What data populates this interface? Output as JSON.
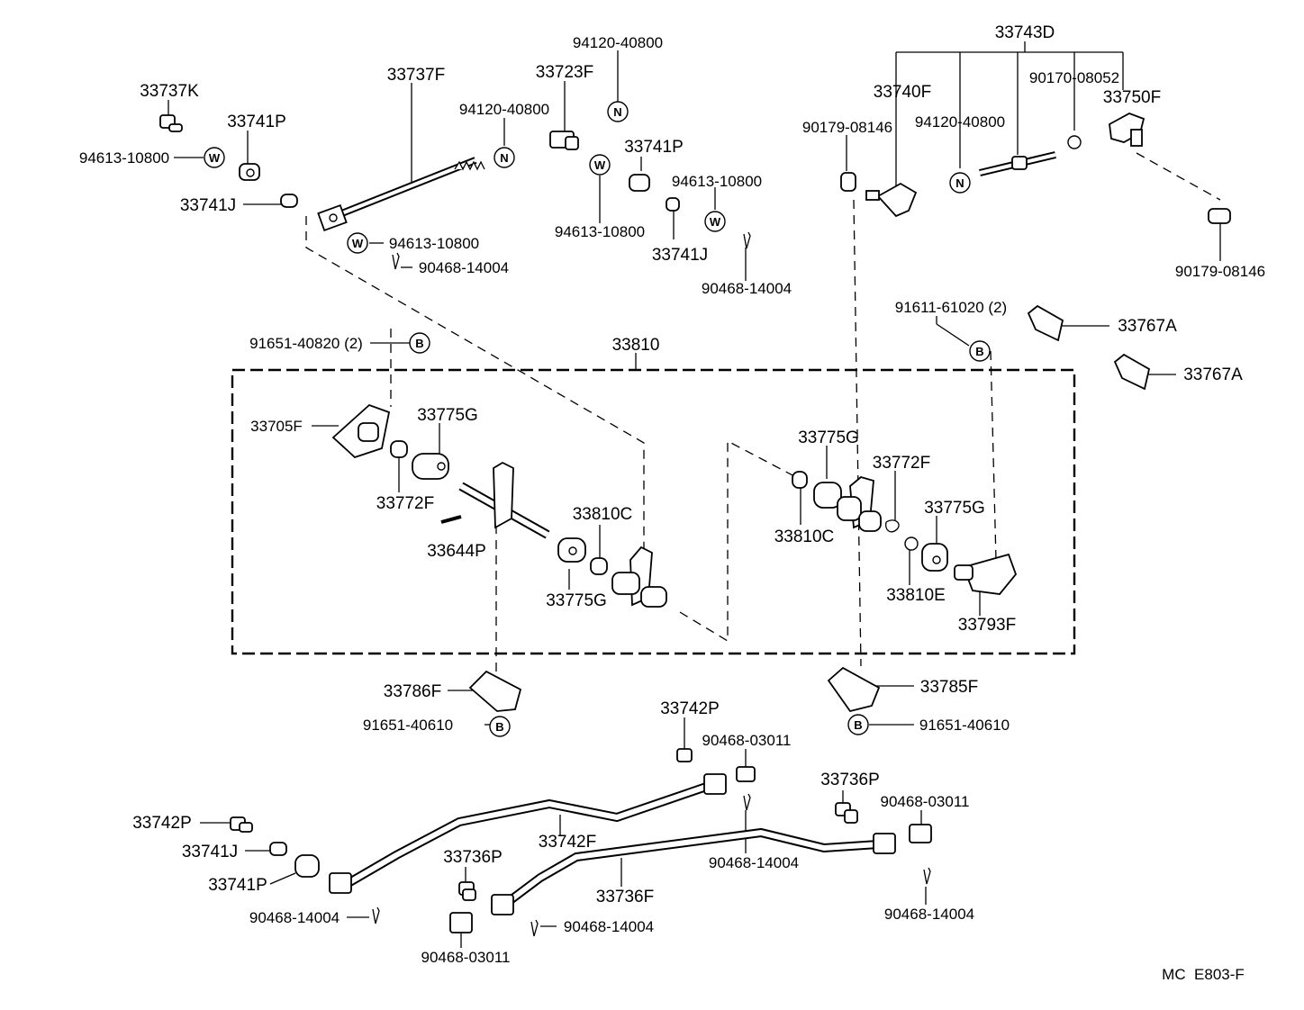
{
  "diagram_code": "MC  E803-F",
  "markers": {
    "n": "N",
    "w": "W",
    "b": "B"
  },
  "labels": {
    "p33743D": "33743D",
    "p94120_40800_top": "94120-40800",
    "p33737F": "33737F",
    "p33723F": "33723F",
    "p33737K": "33737K",
    "p33741P_a": "33741P",
    "p94120_40800_b": "94120-40800",
    "p33740F": "33740F",
    "p90170_08052": "90170-08052",
    "p33750F": "33750F",
    "p94613_10800_a": "94613-10800",
    "p33741P_b": "33741P",
    "p90179_08146_a": "90179-08146",
    "p94120_40800_c": "94120-40800",
    "p33741J_a": "33741J",
    "p94613_10800_b": "94613-10800",
    "p94613_10800_c": "94613-10800",
    "p94613_10800_d": "94613-10800",
    "p33741J_b": "33741J",
    "p90468_14004_a": "90468-14004",
    "p90468_14004_b": "90468-14004",
    "p90179_08146_b": "90179-08146",
    "p91611_61020": "91611-61020 (2)",
    "p33767A_a": "33767A",
    "p33767A_b": "33767A",
    "p91651_40820": "91651-40820 (2)",
    "p33810": "33810",
    "p33705F": "33705F",
    "p33775G_a": "33775G",
    "p33775G_b": "33775G",
    "p33772F_a": "33772F",
    "p33772F_b": "33772F",
    "p33644P": "33644P",
    "p33810C_a": "33810C",
    "p33810C_b": "33810C",
    "p33775G_c": "33775G",
    "p33775G_d": "33775G",
    "p33810E": "33810E",
    "p33793F": "33793F",
    "p33786F": "33786F",
    "p33785F": "33785F",
    "p91651_40610_a": "91651-40610",
    "p91651_40610_b": "91651-40610",
    "p33742P_a": "33742P",
    "p90468_03011_a": "90468-03011",
    "p33736P_a": "33736P",
    "p90468_03011_b": "90468-03011",
    "p33742P_b": "33742P",
    "p33741J_c": "33741J",
    "p33742F": "33742F",
    "p33741P_c": "33741P",
    "p33736P_b": "33736P",
    "p90468_14004_c": "90468-14004",
    "p33736F": "33736F",
    "p90468_14004_d": "90468-14004",
    "p90468_14004_e": "90468-14004",
    "p90468_14004_f": "90468-14004",
    "p90468_03011_c": "90468-03011"
  }
}
